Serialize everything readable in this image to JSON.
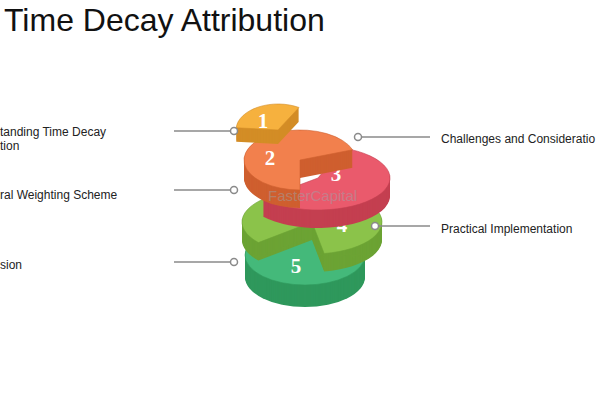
{
  "diagram": {
    "title": "Time Decay Attribution",
    "nodes": [
      {
        "text": [
          "1"
        ]
      },
      {
        "text": [
          "2"
        ]
      },
      {
        "text": [
          "3"
        ]
      },
      {
        "text": [
          "4"
        ]
      },
      {
        "text": [
          "5"
        ]
      }
    ],
    "labels": [
      "tanding Time Decay tion",
      "Challenges and Consideratio",
      "ral Weighting Scheme",
      "FasterCapital",
      "Practical Implementation",
      "sion"
    ]
  }
}
